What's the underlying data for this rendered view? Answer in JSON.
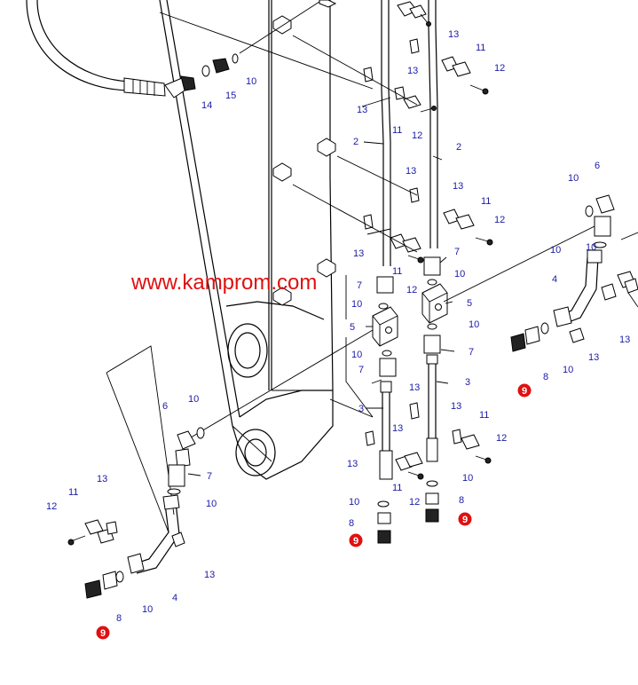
{
  "watermark": "www.kamprom.com",
  "colors": {
    "callout_text": "#1a1aa8",
    "highlight_badge": "#e01010",
    "watermark": "#e01010",
    "line": "#000000"
  },
  "callouts": {
    "c1": "13",
    "c2": "11",
    "c3": "12",
    "c4": "13",
    "c5": "13",
    "c6": "11",
    "c7": "12",
    "c8": "2",
    "c9": "2",
    "c10": "10",
    "c11": "15",
    "c12": "14",
    "c13": "13",
    "c14": "13",
    "c15": "11",
    "c16": "12",
    "c17": "13",
    "c18": "11",
    "c19": "12",
    "c20": "7",
    "c21": "10",
    "c22": "5",
    "c23": "10",
    "c24": "7",
    "c25": "7",
    "c26": "10",
    "c27": "10",
    "c28": "5",
    "c29": "10",
    "c30": "7",
    "c31": "3",
    "c32": "3",
    "c33": "13",
    "c34": "13",
    "c35": "13",
    "c36": "11",
    "c37": "12",
    "c38": "13",
    "c39": "11",
    "c40": "12",
    "c41": "10",
    "c42": "10",
    "c43": "8",
    "c44": "8",
    "c45": "10",
    "c46": "6",
    "c47": "10",
    "c48": "4",
    "c49": "8",
    "c50": "10",
    "c51": "13",
    "c52": "13",
    "c53": "6",
    "c54": "10",
    "c55": "7",
    "c56": "10",
    "c57": "11",
    "c58": "13",
    "c59": "12",
    "c60": "4",
    "c61": "8",
    "c62": "10",
    "c63": "13"
  },
  "highlighted": {
    "h1": "9",
    "h2": "9",
    "h3": "9",
    "h4": "9"
  }
}
